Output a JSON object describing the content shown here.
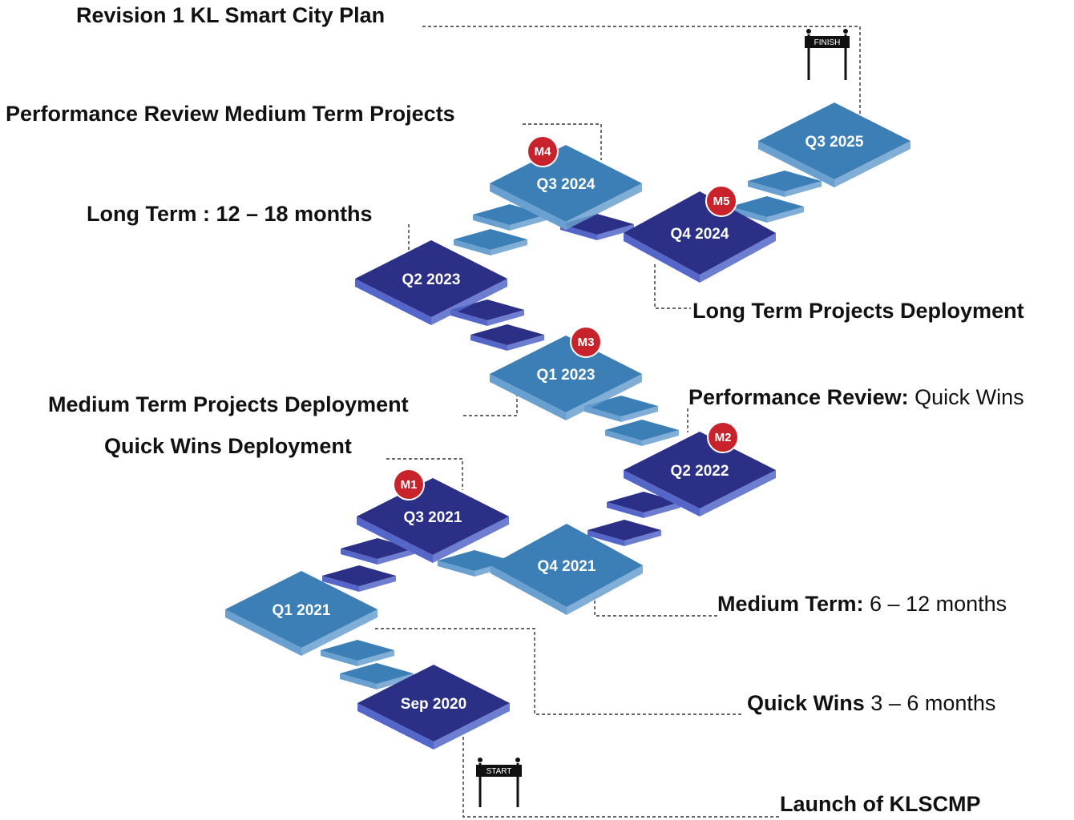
{
  "title": "Revision 1 KL Smart City Plan",
  "colors": {
    "light_top": "#3b7fb6",
    "light_side": "#6aa0cf",
    "dark_top": "#2b2f86",
    "dark_side": "#5467c9",
    "milestone": "#c8232c",
    "leader": "#333333"
  },
  "signs": {
    "start": "START",
    "finish": "FINISH"
  },
  "plates": [
    {
      "id": "sep2020",
      "label": "Sep 2020",
      "shade": "dark"
    },
    {
      "id": "q1-2021",
      "label": "Q1 2021",
      "shade": "light"
    },
    {
      "id": "q3-2021",
      "label": "Q3 2021",
      "shade": "dark"
    },
    {
      "id": "q4-2021",
      "label": "Q4 2021",
      "shade": "light"
    },
    {
      "id": "q2-2022",
      "label": "Q2 2022",
      "shade": "dark"
    },
    {
      "id": "q1-2023",
      "label": "Q1 2023",
      "shade": "light"
    },
    {
      "id": "q2-2023",
      "label": "Q2 2023",
      "shade": "dark"
    },
    {
      "id": "q3-2024",
      "label": "Q3 2024",
      "shade": "light"
    },
    {
      "id": "q4-2024",
      "label": "Q4 2024",
      "shade": "dark"
    },
    {
      "id": "q3-2025",
      "label": "Q3 2025",
      "shade": "light"
    }
  ],
  "milestones": [
    {
      "id": "m1",
      "label": "M1"
    },
    {
      "id": "m2",
      "label": "M2"
    },
    {
      "id": "m3",
      "label": "M3"
    },
    {
      "id": "m4",
      "label": "M4"
    },
    {
      "id": "m5",
      "label": "M5"
    }
  ],
  "annotations": {
    "revision": {
      "bold": "Revision 1 KL Smart City Plan",
      "normal": ""
    },
    "perf_medium": {
      "bold": "Performance Review Medium Term Projects",
      "normal": ""
    },
    "long_term": {
      "bold": "Long Term : 12 – 18 months",
      "normal": ""
    },
    "long_deploy": {
      "bold": "Long Term Projects Deployment",
      "normal": ""
    },
    "medium_deploy": {
      "bold": "Medium Term Projects Deployment",
      "normal": ""
    },
    "perf_quick": {
      "bold": "Performance Review:",
      "normal": " Quick Wins"
    },
    "quick_deploy": {
      "bold": "Quick Wins Deployment",
      "normal": ""
    },
    "medium_term": {
      "bold": "Medium Term:",
      "normal": " 6 – 12 months"
    },
    "quick_wins": {
      "bold": "Quick Wins",
      "normal": " 3 – 6 months"
    },
    "launch": {
      "bold": "Launch of KLSCMP",
      "normal": ""
    }
  }
}
